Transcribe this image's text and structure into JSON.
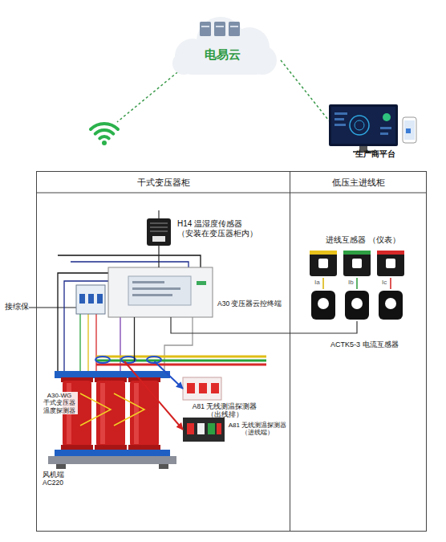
{
  "diagram": {
    "nodes": [
      {
        "text": [
          "电易云"
        ]
      },
      {
        "text": [
          "生产商平台"
        ]
      },
      {
        "text": [
          "干式变压器柜"
        ]
      },
      {
        "text": [
          "低压主进线柜"
        ]
      },
      {
        "text": [
          "H14 温湿度传感器 （安装在变压器柜内）"
        ],
        "in": 2
      },
      {
        "text": [
          "A30 变压器云控终端"
        ],
        "in": 2
      },
      {
        "text": [
          "A30-WG 干式变压器 温度探测器"
        ],
        "in": 2
      },
      {
        "text": [
          "A81 无线测温探测器 （出线排）"
        ],
        "in": 2
      },
      {
        "text": [
          "A81 无线测温探测器 （进线端）"
        ],
        "in": 2
      },
      {
        "text": [
          "进线互感器 （仪表）"
        ],
        "in": 3
      },
      {
        "text": [
          "ACTK5-3 电流互感器"
        ],
        "in": 3
      }
    ],
    "edges": [
      {
        "from": 0,
        "to": 1,
        "arrow": "none"
      },
      {
        "from": 4,
        "to": 5,
        "arrow": "none"
      },
      {
        "from": 5,
        "to": 10,
        "arrow": "none"
      },
      {
        "from": 5,
        "to": 6,
        "arrow": "none"
      },
      {
        "from": 6,
        "to": 7,
        "arrow": "to"
      },
      {
        "from": 6,
        "to": 8,
        "arrow": "to"
      },
      {
        "from": 9,
        "to": 10,
        "label": "Ia",
        "arrow": "none"
      },
      {
        "from": 9,
        "to": 10,
        "label": "Ib",
        "arrow": "none"
      },
      {
        "from": 9,
        "to": 10,
        "label": "Ic",
        "arrow": "none"
      }
    ],
    "labels": [
      "接综保",
      "风机端 AC220"
    ]
  }
}
